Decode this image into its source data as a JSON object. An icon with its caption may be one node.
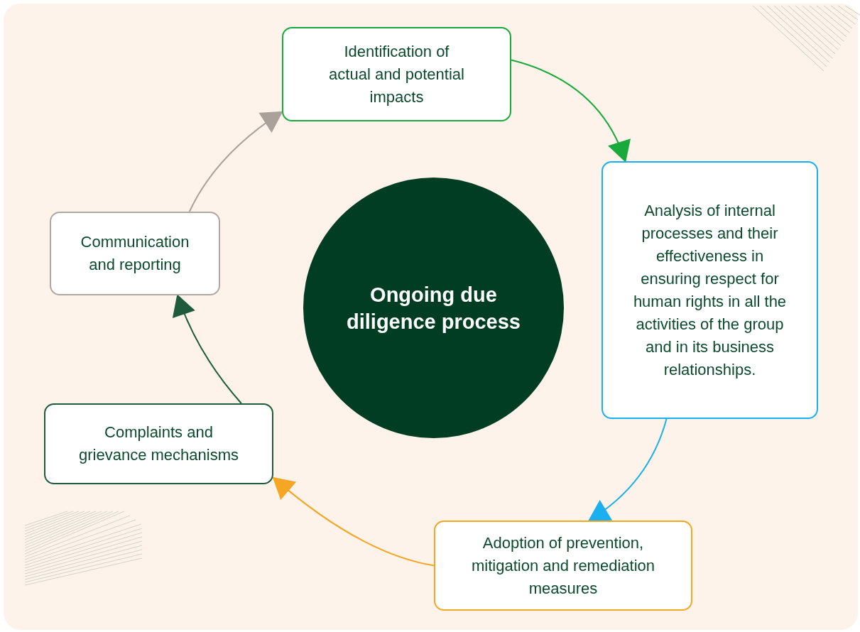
{
  "diagram": {
    "nodes": [
      {
        "text": [
          "Identification of actual and potential impacts"
        ]
      },
      {
        "text": [
          "Analysis of internal processes and their effectiveness in ensuring respect for human rights in all the activities of the group and in its business relationships."
        ]
      },
      {
        "text": [
          "Adoption of prevention, mitigation and remediation measures"
        ]
      },
      {
        "text": [
          "Complaints and grievance mechanisms"
        ]
      },
      {
        "text": [
          "Communication and reporting"
        ]
      },
      {
        "text": [
          "Ongoing due diligence process"
        ]
      }
    ],
    "edges": [
      {
        "from": 0,
        "to": 1,
        "arrow": "to",
        "color": "#1aaa3c"
      },
      {
        "from": 1,
        "to": 2,
        "arrow": "to",
        "color": "#1ab0f0"
      },
      {
        "from": 2,
        "to": 3,
        "arrow": "to",
        "color": "#f5a623"
      },
      {
        "from": 3,
        "to": 4,
        "arrow": "to",
        "color": "#1e5a3c"
      },
      {
        "from": 4,
        "to": 0,
        "arrow": "to",
        "color": "#a9a19a"
      }
    ]
  }
}
